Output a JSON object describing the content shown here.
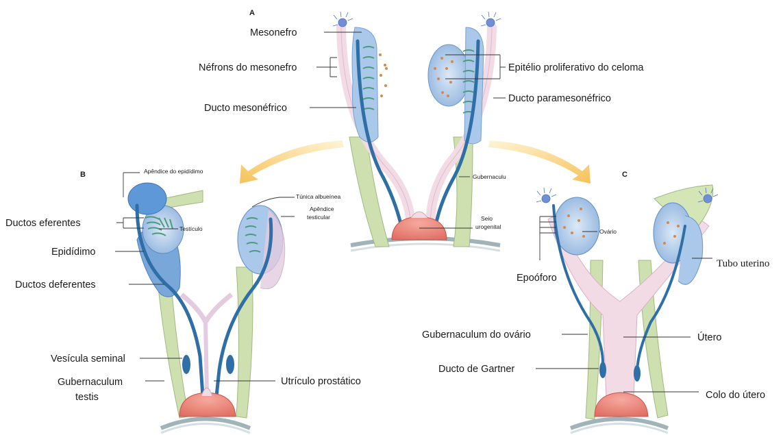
{
  "panels": {
    "a": "A",
    "b": "B",
    "c": "C"
  },
  "labels_a": {
    "mesonefro": "Mesonefro",
    "nefrons": "Néfrons do mesonefro",
    "ducto_mesonefrico": "Ducto mesonéfrico",
    "epitelio": "Epitélio proliferativo do celoma",
    "ducto_paramesonefrico": "Ducto paramesonéfrico",
    "gubernaculu": "Gubernaculu",
    "seio_1": "Seio",
    "seio_2": "urogenital"
  },
  "labels_b": {
    "apendice_epididimo": "Apêndice do epidídimo",
    "ductos_eferentes": "Ductos eferentes",
    "testiculo": "Testículo",
    "epididimo": "Epidídimo",
    "ductos_deferentes": "Ductos deferentes",
    "tunica": "Túnica albueínea",
    "apendice_test_1": "Apêndice",
    "apendice_test_2": "testicular",
    "vesicula": "Vesícula seminal",
    "gub_testis_1": "Gubernaculum",
    "gub_testis_2": "testis",
    "utriculo": "Utrículo prostático"
  },
  "labels_c": {
    "ovario": "Ovário",
    "epooforo": "Epoóforo",
    "tubo_uterino": "Tubo uterino",
    "gub_ovario": "Gubernaculum do ovário",
    "utero": "Útero",
    "ducto_gartner": "Ducto de Gartner",
    "colo_utero": "Colo do útero"
  },
  "colors": {
    "blue_duct": "#2f6fa6",
    "gonad_blue": "#a9c8ea",
    "pink": "#f3dbe6",
    "green": "#cfe0b0",
    "sinus_red": "#ea7d72",
    "arrow_yellow": "#f6c25a"
  }
}
